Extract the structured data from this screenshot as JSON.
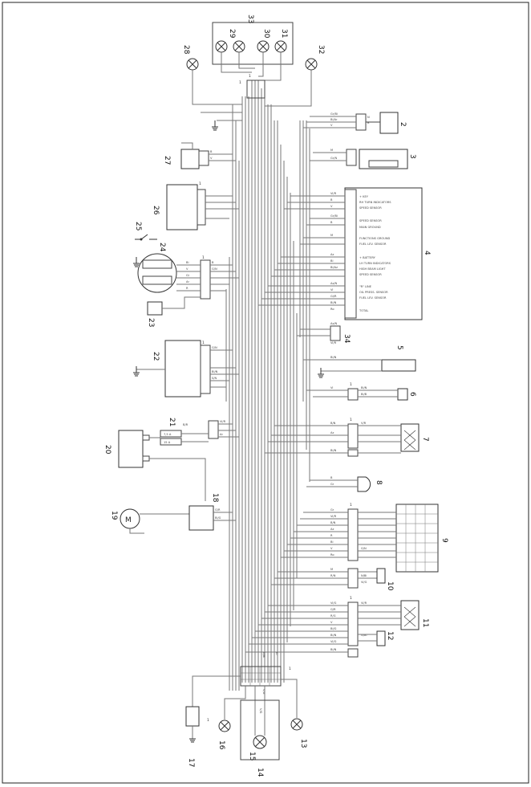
{
  "numbers": {
    "n33": "33",
    "n29": "29",
    "n30": "30",
    "n31": "31",
    "n28": "28",
    "n32": "32",
    "n2": "2",
    "n3": "3",
    "n4": "4",
    "n27": "27",
    "n26": "26",
    "n25": "25",
    "n24": "24",
    "n23": "23",
    "n34": "34",
    "n5": "5",
    "n22": "22",
    "n6": "6",
    "n7": "7",
    "n21": "21",
    "n20": "20",
    "n8": "8",
    "n19": "19",
    "n18": "18",
    "n9": "9",
    "n10": "10",
    "n11": "11",
    "n12": "12",
    "n17": "17",
    "n16": "16",
    "n14": "14",
    "n15": "15",
    "n13": "13",
    "c1a": "1",
    "c1b": "1",
    "c1c": "1",
    "c1d": "1",
    "c1e": "1",
    "c1f": "1",
    "c1g": "1",
    "c1h": "1",
    "c1i": "1",
    "c1j": "1",
    "c1k": "1"
  },
  "panel4": {
    "l1": "+ KEY",
    "l2": "RH TURN INDICATORS",
    "l3": "SPEED SENSOR",
    "l4": "SPEED SENSOR",
    "l5": "MAIN GROUND",
    "l6": "FUNCTIONS GROUND",
    "l7": "FUEL LEV. SENSOR",
    "l8": "+ BATTERY",
    "l9": "LH TURN INDICATORS",
    "l10": "HIGH BEAM LIGHT",
    "l11": "SPEED SENSOR",
    "l12": "\"R\" LINE",
    "l13": "OIL PRESS. SENSOR",
    "l14": "FUEL LEV. SENSOR",
    "l15": "TOTAL"
  },
  "fuses": {
    "f1": "7,5 A",
    "f2": "15 A"
  },
  "wires": {
    "grbi": "Gr/Bi",
    "bi_ar": "Bi/Ar",
    "v": "V",
    "n": "N",
    "b": "B",
    "m": "M",
    "gr_n": "Gr/N",
    "vi_r": "Vi/R",
    "gr_bi2": "Gr/Bi",
    "az": "Az",
    "bi": "Bi",
    "bi_az": "Bi/Az",
    "az_n": "Az/N",
    "vi": "Vi",
    "gi_r": "Gi/R",
    "bi_n": "Bi/N",
    "ro": "Ro",
    "r": "R",
    "gi": "Gi",
    "ar": "Ar",
    "g_n": "G/N",
    "s_n": "S/N",
    "v_r": "V/R",
    "b_r": "B/R",
    "bi_b": "Bi/B",
    "b_n": "B/N",
    "g_r": "G/R",
    "bi_g": "Bi/G",
    "r_n": "R/N",
    "gr": "Gr",
    "n_bi": "N/Bi",
    "vi_g": "Vi/G",
    "bi_n2": "Bi/N",
    "r_g": "R/G",
    "g_bi": "G/Bi",
    "n_bi2": "N/Bi",
    "v_g": "V/G"
  }
}
